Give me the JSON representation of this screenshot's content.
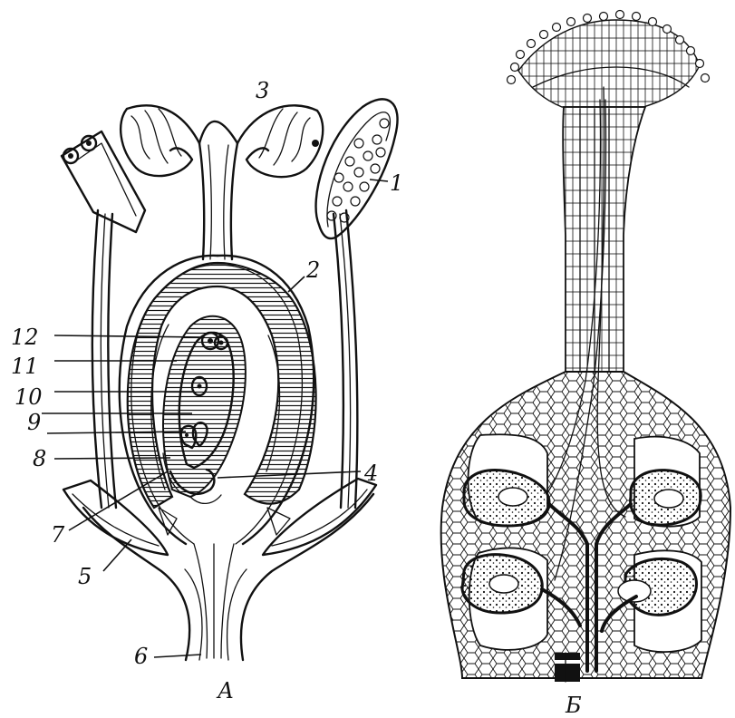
{
  "figure_a": {
    "caption": "А",
    "labels": [
      "1",
      "2",
      "3",
      "4",
      "5",
      "6",
      "7",
      "8",
      "9",
      "10",
      "11",
      "12"
    ]
  },
  "figure_b": {
    "caption": "Б"
  },
  "colors": {
    "ink": "#111111",
    "background": "#ffffff"
  }
}
